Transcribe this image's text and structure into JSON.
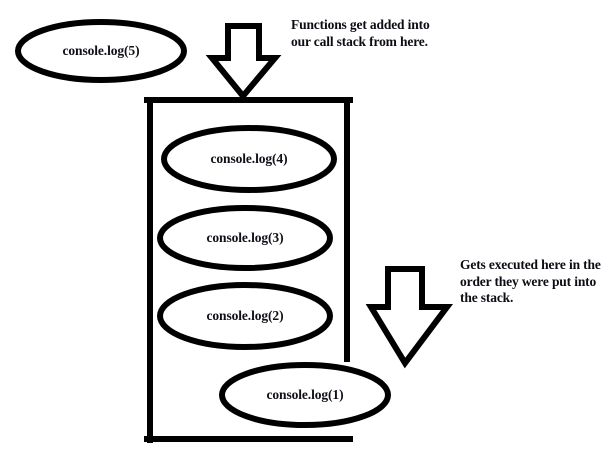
{
  "diagram": {
    "title": "JavaScript call stack diagram",
    "background_color": "#ffffff",
    "stroke_color": "#000000",
    "text_color": "#101018"
  },
  "pending_call": {
    "label": "console.log(5)",
    "name": "console-log-5"
  },
  "stack": {
    "name": "call-stack-container",
    "frames": [
      {
        "label": "console.log(4)",
        "name": "console-log-4"
      },
      {
        "label": "console.log(3)",
        "name": "console-log-3"
      },
      {
        "label": "console.log(2)",
        "name": "console-log-2"
      },
      {
        "label": "console.log(1)",
        "name": "console-log-1"
      }
    ]
  },
  "arrows": {
    "push": {
      "name": "push-arrow-down",
      "direction": "down"
    },
    "execute": {
      "name": "execute-arrow-down",
      "direction": "down"
    }
  },
  "annotations": {
    "push": "Functions get added into our call stack from here.",
    "execute": "Gets executed here in the order they were put into the stack."
  }
}
